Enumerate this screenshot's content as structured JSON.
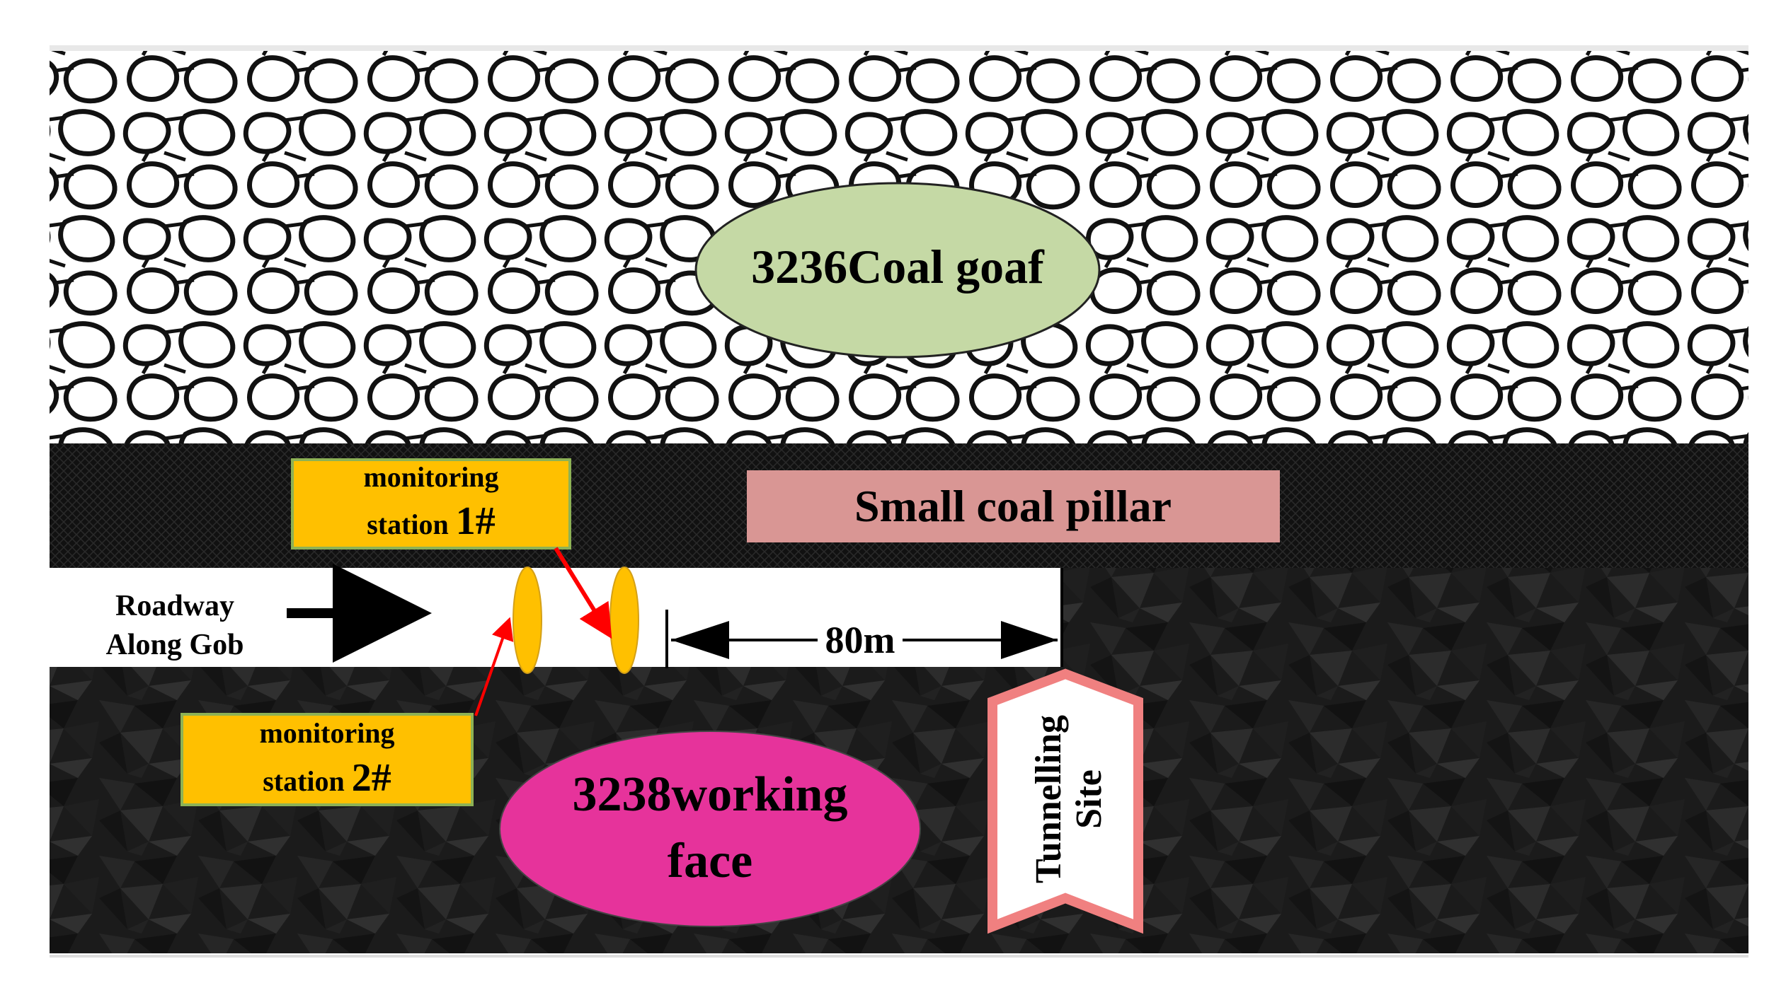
{
  "diagram": {
    "goaf_label": "3236Coal goaf",
    "pillar_label": "Small coal pillar",
    "roadway_label_line1": "Roadway",
    "roadway_label_line2": "Along Gob",
    "station1_line1": "monitoring",
    "station1_line2_prefix": "station ",
    "station1_number": "1#",
    "station2_line1": "monitoring",
    "station2_line2_prefix": "station ",
    "station2_number": "2#",
    "distance_label": "80m",
    "working_face_line1": "3238working",
    "working_face_line2": "face",
    "tunnelling_line1": "Tunnelling",
    "tunnelling_line2": "Site"
  },
  "colors": {
    "goaf_ellipse": "#c5d9a5",
    "pillar_band": "#111111",
    "pillar_label_bg": "#d99694",
    "station_box": "#ffc000",
    "station_box_border": "#8db255",
    "monitor_ellipse": "#ffc000",
    "pointer_arrow": "#ff0000",
    "working_face_ellipse": "#e6339b",
    "tunnelling_border": "#f08080",
    "coal_seam": "#1c1c1c"
  }
}
